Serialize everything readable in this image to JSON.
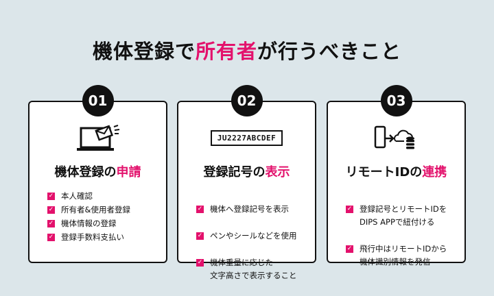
{
  "title": {
    "pre": "機体登録で",
    "accent": "所有者",
    "post": "が行うべきこと"
  },
  "accent_color": "#e3116c",
  "cards": [
    {
      "num": "01",
      "icon": "laptop-mail-icon",
      "title_pre": "機体登録の",
      "title_accent": "申請",
      "items": [
        "本人確認",
        "所有者&使用者登録",
        "機体情報の登録",
        "登録手数料支払い"
      ]
    },
    {
      "num": "02",
      "icon": "registration-plate-icon",
      "plate": "JU2227ABCDEF",
      "title_pre": "登録記号の",
      "title_accent": "表示",
      "items": [
        "機体へ登録記号を表示",
        "ペンやシールなどを使用",
        "機体重量に応じた\n文字高さで表示すること"
      ]
    },
    {
      "num": "03",
      "icon": "phone-to-cloud-database-icon",
      "title_pre": "リモートIDの",
      "title_accent": "連携",
      "items": [
        "登録記号とリモートIDを\nDIPS APPで紐付ける",
        "飛行中はリモートIDから\n機体識別情報を発信"
      ]
    }
  ]
}
